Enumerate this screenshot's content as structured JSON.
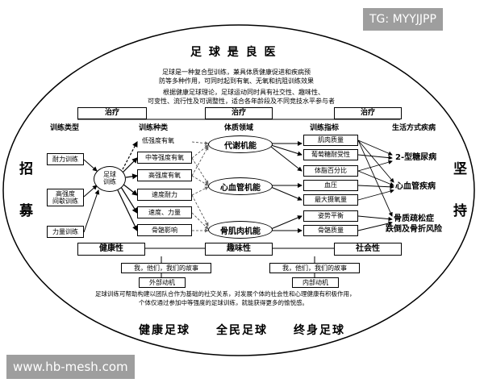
{
  "watermark_top": "TG: MYYJJPP",
  "watermark_bottom": "www.hb-mesh.com",
  "title": "足 球 是 良 医",
  "intro": [
    "足球是一种复合型训练，兼具体质健康促进和疾病预",
    "防等多种作用，可同时起到有氧、无氧和抗阻训练效果",
    "根据健康足球理论，足球运动同时具有社交性、趣味性、",
    "可变性、流行性及可调整性，适合各年龄段及不同竞技水平参与者"
  ],
  "treat_label": "治疗",
  "side_left": [
    "招",
    "募"
  ],
  "side_right": [
    "坚",
    "持"
  ],
  "headers": {
    "training_type": "训练类型",
    "training_kind": "训练种类",
    "fitness_domain": "体质领域",
    "training_index": "训练指标",
    "lifestyle_disease": "生活方式疾病"
  },
  "training_types": [
    "耐力训练",
    "高强度\n间歇训练",
    "力量训练"
  ],
  "center_node": "足球\n训练",
  "training_kinds": [
    "低强度有氧",
    "中等强度有氧",
    "高强度有氧",
    "速度耐力",
    "速度、力量",
    "骨骼影响"
  ],
  "domains": [
    "代谢机能",
    "心血管机能",
    "骨肌肉机能"
  ],
  "indices": [
    "肌肉质量",
    "葡萄糖耐受性",
    "体脂百分比",
    "血压",
    "最大摄氧量",
    "姿势平衡",
    "骨骼质量"
  ],
  "diseases": [
    "2-型糖尿病",
    "心血管疾病",
    "骨质疏松症\n跌倒及骨折风险"
  ],
  "bottom_labels": [
    "健康性",
    "趣味性",
    "社会性"
  ],
  "story": "我，他们，我们的故事",
  "motivation": [
    "外部动机",
    "内部动机"
  ],
  "footer_text": [
    "足球训练可帮助构建以团队合作为基础的社交关系，对发展个体的社会性和心理健康有积极作用，",
    "个体仅通过参加中等强度的足球训练，就能获得更多的愉悦感。"
  ],
  "slogans": [
    "健康足球",
    "全民足球",
    "终身足球"
  ]
}
